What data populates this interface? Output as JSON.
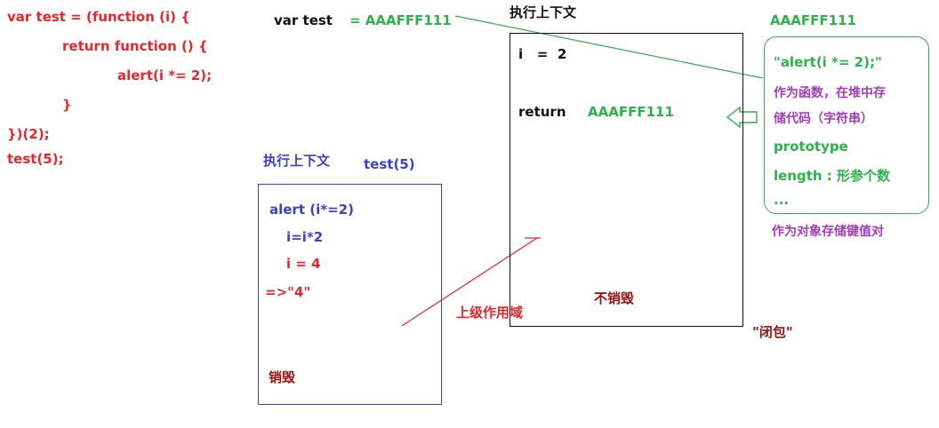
{
  "code": {
    "line1": "var test = (function (i) {",
    "line2": "return function () {",
    "line3": "alert(i *= 2);",
    "line4": "}",
    "line5": "})(2);",
    "line6": "test(5);"
  },
  "top": {
    "var_test": "var test",
    "assign": "= AAAFFF111",
    "exec_ctx_title": "执行上下文",
    "heap_addr": "AAAFFF111"
  },
  "ctx_box": {
    "i_line": "i   =  2",
    "return_label": "return",
    "return_addr": "AAAFFF111",
    "not_destroyed": "不销毁",
    "closure": "\"闭包\""
  },
  "heap_box": {
    "code_str": "\"alert(i *= 2);\"",
    "desc_line1": "作为函数，在堆中存",
    "desc_line2": "储代码（字符串）",
    "prototype": "prototype",
    "length": "length : 形参个数",
    "ellipsis": "...",
    "obj_note": "作为对象存储键值对"
  },
  "inner_ctx": {
    "title": "执行上下文",
    "call": "test(5)",
    "alert": "alert (i*=2)",
    "step1": "i=i*2",
    "step2": "i = 4",
    "result": "=>\"4\"",
    "destroyed": "销毁"
  },
  "scope_label": "上级作用域",
  "colors": {
    "red": "#e8262b",
    "green": "#2bb34a",
    "blue": "#3a42c8",
    "purple": "#a23dba",
    "dark_red": "#9a1010"
  }
}
